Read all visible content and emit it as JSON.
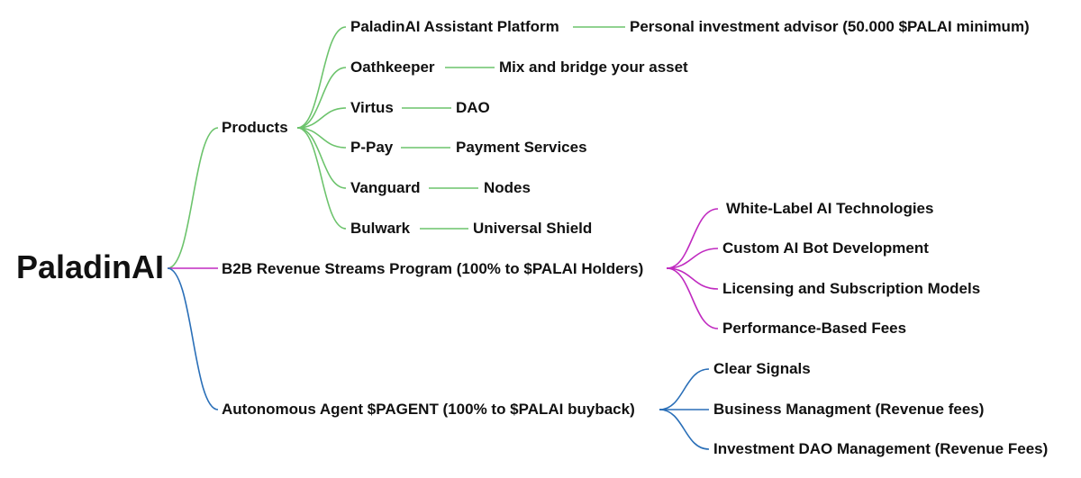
{
  "root": {
    "label": "PaladinAI"
  },
  "colors": {
    "products": "#6cc36c",
    "b2b": "#c02ac0",
    "agent": "#2a6fb8",
    "text": "#111111"
  },
  "branches": [
    {
      "label": "Products",
      "color_key": "products",
      "children": [
        {
          "label": "PaladinAI Assistant Platform",
          "leaf": "Personal investment advisor (50.000 $PALAI minimum)"
        },
        {
          "label": "Oathkeeper",
          "leaf": "Mix and bridge your asset"
        },
        {
          "label": "Virtus",
          "leaf": "DAO"
        },
        {
          "label": "P-Pay",
          "leaf": "Payment Services"
        },
        {
          "label": "Vanguard",
          "leaf": "Nodes"
        },
        {
          "label": "Bulwark",
          "leaf": "Universal Shield"
        }
      ]
    },
    {
      "label": "B2B Revenue Streams Program (100% to $PALAI Holders)",
      "color_key": "b2b",
      "children": [
        {
          "label": "White-Label AI Technologies"
        },
        {
          "label": "Custom AI Bot Development"
        },
        {
          "label": "Licensing and Subscription Models"
        },
        {
          "label": "Performance-Based Fees"
        }
      ]
    },
    {
      "label": "Autonomous Agent $PAGENT (100% to $PALAI buyback)",
      "color_key": "agent",
      "children": [
        {
          "label": "Clear Signals"
        },
        {
          "label": "Business Managment (Revenue fees)"
        },
        {
          "label": "Investment DAO Management (Revenue Fees)"
        }
      ]
    }
  ]
}
